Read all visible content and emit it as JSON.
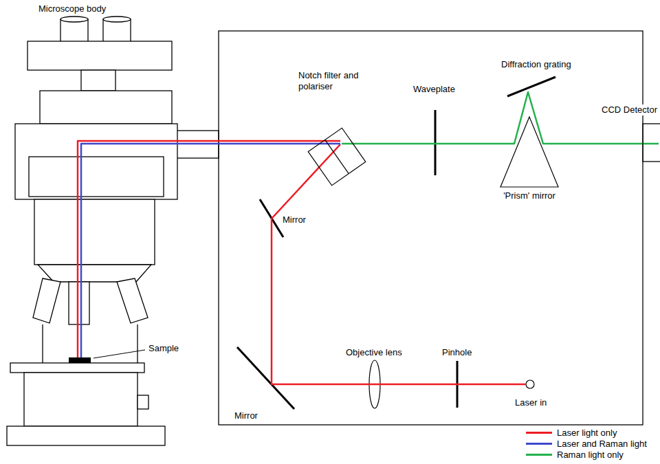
{
  "diagram": {
    "nodes": [
      {
        "text": [
          "Notch filter and polariser"
        ]
      },
      {
        "text": [
          "CCD Detector"
        ]
      },
      {
        "text": [
          "'Prism' mirror"
        ]
      }
    ],
    "labels": [
      "Microscope body",
      "Waveplate",
      "Diffraction grating",
      "Mirror",
      "Objective lens",
      "Pinhole",
      "Sample",
      "Mirror",
      "Laser in"
    ],
    "legend": [
      {
        "text": "Laser light only",
        "color": "#ed1c24"
      },
      {
        "text": "Laser and Raman light",
        "color": "#3f48cc"
      },
      {
        "text": "Raman light only",
        "color": "#22b14c"
      }
    ]
  }
}
